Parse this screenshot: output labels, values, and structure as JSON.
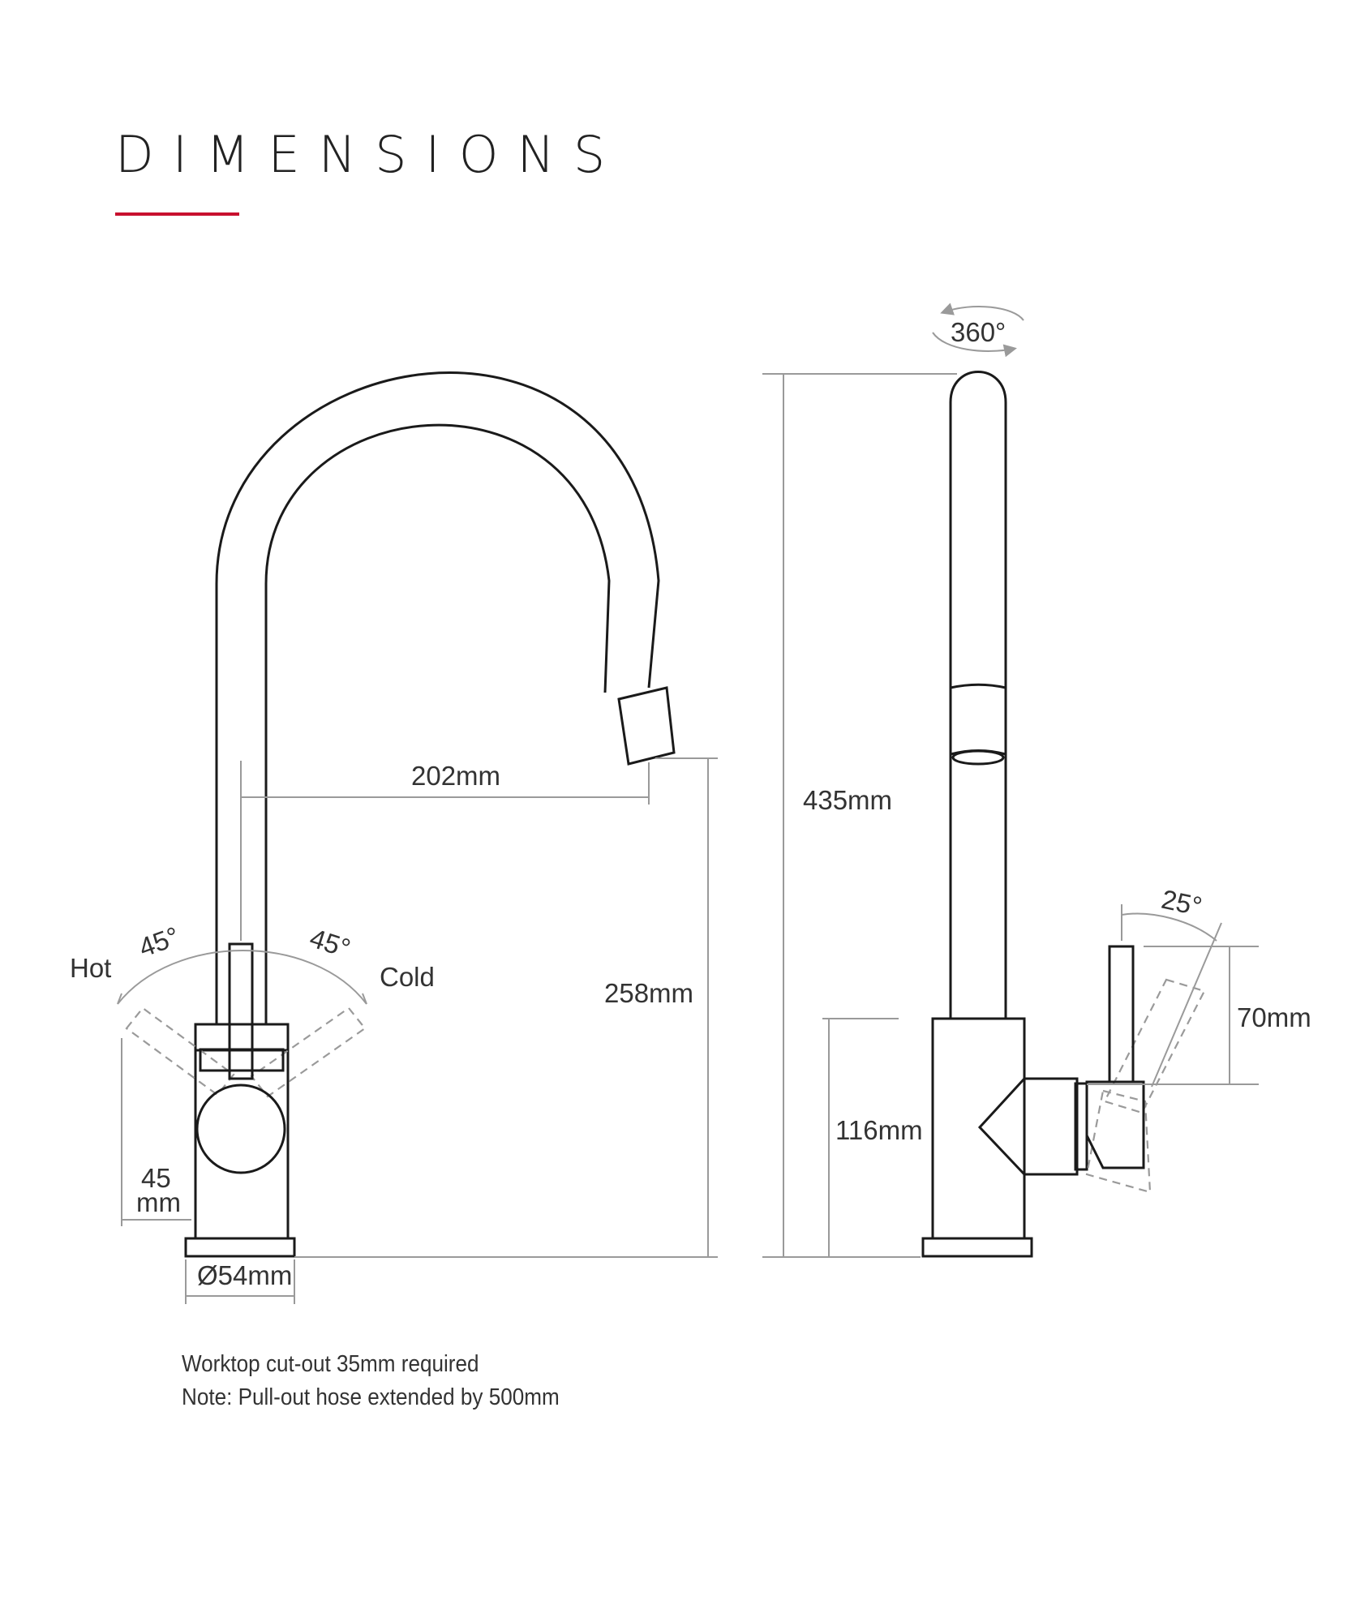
{
  "title": "DIMENSIONS",
  "colors": {
    "accent": "#c8102e",
    "line": "#1a1a1a",
    "dimension": "#9a9a9a",
    "text": "#333333"
  },
  "front_view": {
    "reach": "202mm",
    "height_to_spout": "258mm",
    "lever_angle_left": "45°",
    "lever_angle_right": "45°",
    "hot_label": "Hot",
    "cold_label": "Cold",
    "lever_clearance_value": "45",
    "lever_clearance_unit": "mm",
    "base_diameter": "Ø54mm"
  },
  "side_view": {
    "rotation": "360°",
    "total_height": "435mm",
    "body_height": "116mm",
    "lever_height": "70mm",
    "lever_tilt": "25°"
  },
  "notes": [
    "Worktop cut-out 35mm required",
    "Note: Pull-out hose extended by 500mm"
  ]
}
